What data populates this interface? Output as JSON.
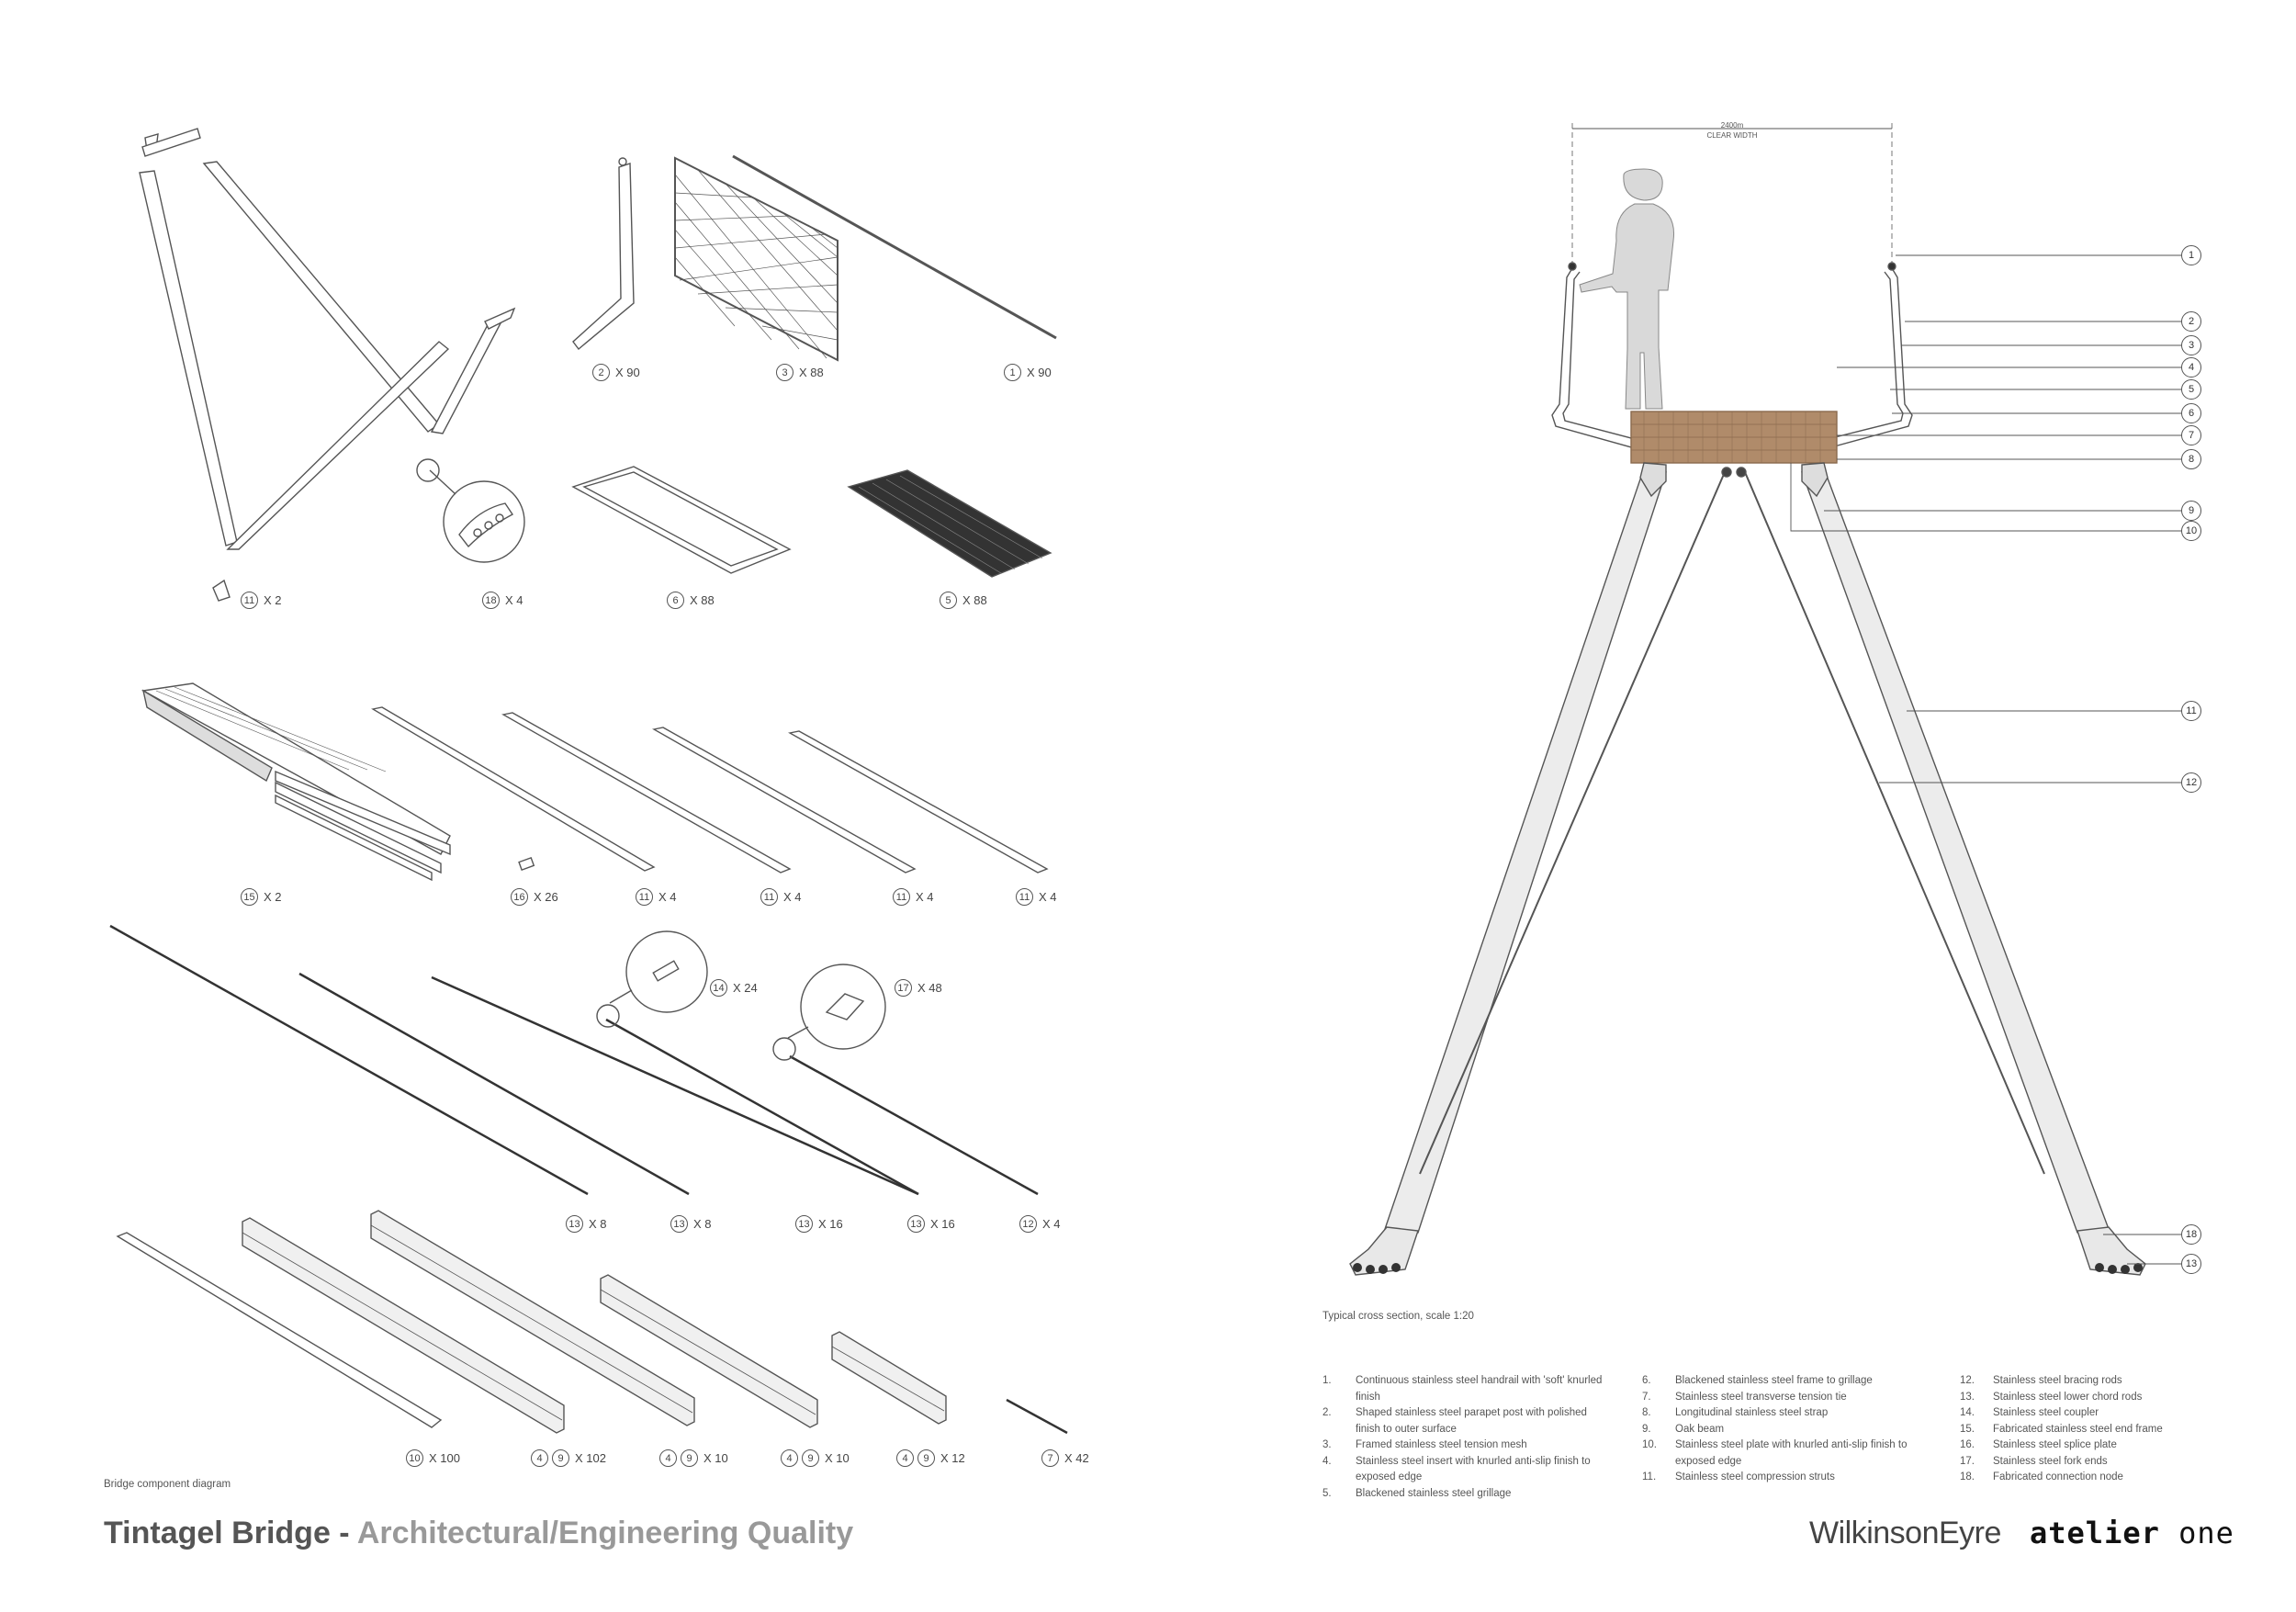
{
  "title": {
    "main": "Tintagel Bridge - ",
    "sub": "Architectural/Engineering Quality"
  },
  "left_caption": "Bridge component diagram",
  "right_caption": "Typical cross section, scale 1:20",
  "dimension": {
    "value": "2400m",
    "label": "CLEAR WIDTH"
  },
  "logos": {
    "wilkinson": "WilkinsonEyre",
    "atelier_a": "atelier ",
    "atelier_b": "one"
  },
  "quantities": [
    {
      "ids": [
        "2"
      ],
      "qty": "X 90"
    },
    {
      "ids": [
        "3"
      ],
      "qty": "X 88"
    },
    {
      "ids": [
        "1"
      ],
      "qty": "X 90"
    },
    {
      "ids": [
        "11"
      ],
      "qty": "X 2"
    },
    {
      "ids": [
        "18"
      ],
      "qty": "X 4"
    },
    {
      "ids": [
        "6"
      ],
      "qty": "X 88"
    },
    {
      "ids": [
        "5"
      ],
      "qty": "X 88"
    },
    {
      "ids": [
        "15"
      ],
      "qty": "X 2"
    },
    {
      "ids": [
        "16"
      ],
      "qty": "X 26"
    },
    {
      "ids": [
        "11"
      ],
      "qty": "X 4"
    },
    {
      "ids": [
        "11"
      ],
      "qty": "X 4"
    },
    {
      "ids": [
        "11"
      ],
      "qty": "X 4"
    },
    {
      "ids": [
        "11"
      ],
      "qty": "X 4"
    },
    {
      "ids": [
        "14"
      ],
      "qty": "X 24"
    },
    {
      "ids": [
        "17"
      ],
      "qty": "X 48"
    },
    {
      "ids": [
        "13"
      ],
      "qty": "X 8"
    },
    {
      "ids": [
        "13"
      ],
      "qty": "X 8"
    },
    {
      "ids": [
        "13"
      ],
      "qty": "X 16"
    },
    {
      "ids": [
        "13"
      ],
      "qty": "X 16"
    },
    {
      "ids": [
        "12"
      ],
      "qty": "X 4"
    },
    {
      "ids": [
        "10"
      ],
      "qty": "X 100"
    },
    {
      "ids": [
        "4",
        "9"
      ],
      "qty": "X 102"
    },
    {
      "ids": [
        "4",
        "9"
      ],
      "qty": "X 10"
    },
    {
      "ids": [
        "4",
        "9"
      ],
      "qty": "X 10"
    },
    {
      "ids": [
        "4",
        "9"
      ],
      "qty": "X 12"
    },
    {
      "ids": [
        "7"
      ],
      "qty": "X 42"
    }
  ],
  "callouts": [
    "1",
    "2",
    "3",
    "4",
    "5",
    "6",
    "7",
    "8",
    "9",
    "10",
    "11",
    "12",
    "18",
    "13"
  ],
  "legend": [
    {
      "n": "1.",
      "t": "Continuous stainless steel handrail with 'soft' knurled finish"
    },
    {
      "n": "2.",
      "t": "Shaped stainless steel parapet post with polished finish to outer surface"
    },
    {
      "n": "3.",
      "t": "Framed stainless steel tension mesh"
    },
    {
      "n": "4.",
      "t": "Stainless steel insert with knurled anti-slip finish to exposed edge"
    },
    {
      "n": "5.",
      "t": "Blackened stainless steel grillage"
    },
    {
      "n": "6.",
      "t": "Blackened stainless steel frame to grillage"
    },
    {
      "n": "7.",
      "t": "Stainless steel transverse tension tie"
    },
    {
      "n": "8.",
      "t": "Longitudinal stainless steel strap"
    },
    {
      "n": "9.",
      "t": "Oak beam"
    },
    {
      "n": "10.",
      "t": "Stainless steel plate with knurled anti-slip finish to exposed edge"
    },
    {
      "n": "11.",
      "t": "Stainless steel compression struts"
    },
    {
      "n": "12.",
      "t": "Stainless steel bracing rods"
    },
    {
      "n": "13.",
      "t": "Stainless steel lower chord rods"
    },
    {
      "n": "14.",
      "t": "Stainless steel coupler"
    },
    {
      "n": "15.",
      "t": "Fabricated stainless steel end frame"
    },
    {
      "n": "16.",
      "t": "Stainless steel splice plate"
    },
    {
      "n": "17.",
      "t": "Stainless steel fork ends"
    },
    {
      "n": "18.",
      "t": "Fabricated connection node"
    }
  ],
  "colors": {
    "line": "#555555",
    "oak": "#b08b6a",
    "oak_dark": "#8a6a4e",
    "silhouette": "#d9d9d9",
    "strut": "#ececec"
  }
}
